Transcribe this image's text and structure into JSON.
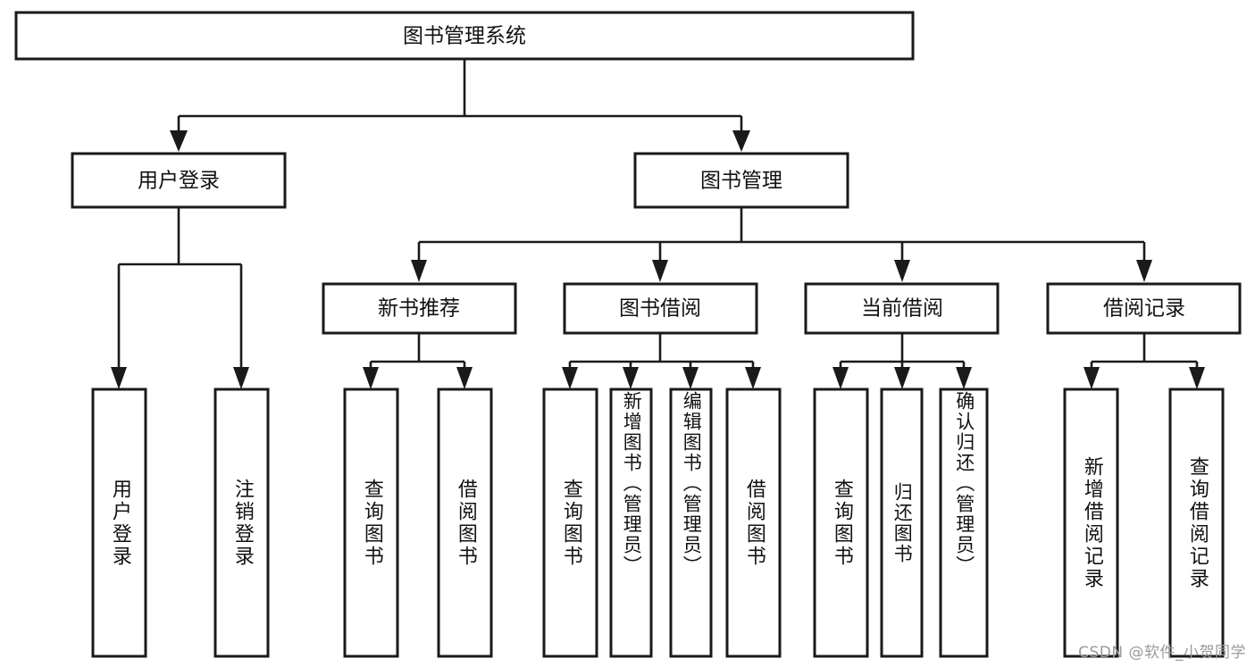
{
  "diagram": {
    "type": "tree-flowchart",
    "title": "图书管理系统",
    "orientation": "top-down",
    "watermark": "CSDN @软件_小贺同学",
    "colors": {
      "box_stroke": "#1a1a1a",
      "box_fill": "#ffffff",
      "text": "#111111",
      "connector": "#1a1a1a",
      "watermark": "#9a9a9a",
      "background": "#ffffff"
    },
    "nodes": {
      "root": {
        "label": "图书管理系统"
      },
      "level1": [
        {
          "id": "user-login",
          "label": "用户登录"
        },
        {
          "id": "book-management",
          "label": "图书管理"
        }
      ],
      "level2": [
        {
          "id": "new-book-recommend",
          "label": "新书推荐",
          "parent": "book-management"
        },
        {
          "id": "book-borrow",
          "label": "图书借阅",
          "parent": "book-management"
        },
        {
          "id": "current-borrow",
          "label": "当前借阅",
          "parent": "book-management"
        },
        {
          "id": "borrow-record",
          "label": "借阅记录",
          "parent": "book-management"
        }
      ],
      "leaves": {
        "user-login": [
          {
            "id": "leaf-user-login",
            "label": "用户登录"
          },
          {
            "id": "leaf-logout",
            "label": "注销登录"
          }
        ],
        "new-book-recommend": [
          {
            "id": "leaf-query-book-1",
            "label": "查询图书"
          },
          {
            "id": "leaf-borrow-book-1",
            "label": "借阅图书"
          }
        ],
        "book-borrow": [
          {
            "id": "leaf-query-book-2",
            "label": "查询图书"
          },
          {
            "id": "leaf-add-book",
            "label": "新增图书（管理员）"
          },
          {
            "id": "leaf-edit-book",
            "label": "编辑图书（管理员）"
          },
          {
            "id": "leaf-borrow-book-2",
            "label": "借阅图书"
          }
        ],
        "current-borrow": [
          {
            "id": "leaf-query-book-3",
            "label": "查询图书"
          },
          {
            "id": "leaf-return-book",
            "label": "归还图书"
          },
          {
            "id": "leaf-confirm-return",
            "label": "确认归还（管理员）"
          }
        ],
        "borrow-record": [
          {
            "id": "leaf-add-record",
            "label": "新增借阅记录"
          },
          {
            "id": "leaf-query-record",
            "label": "查询借阅记录"
          }
        ]
      }
    }
  }
}
